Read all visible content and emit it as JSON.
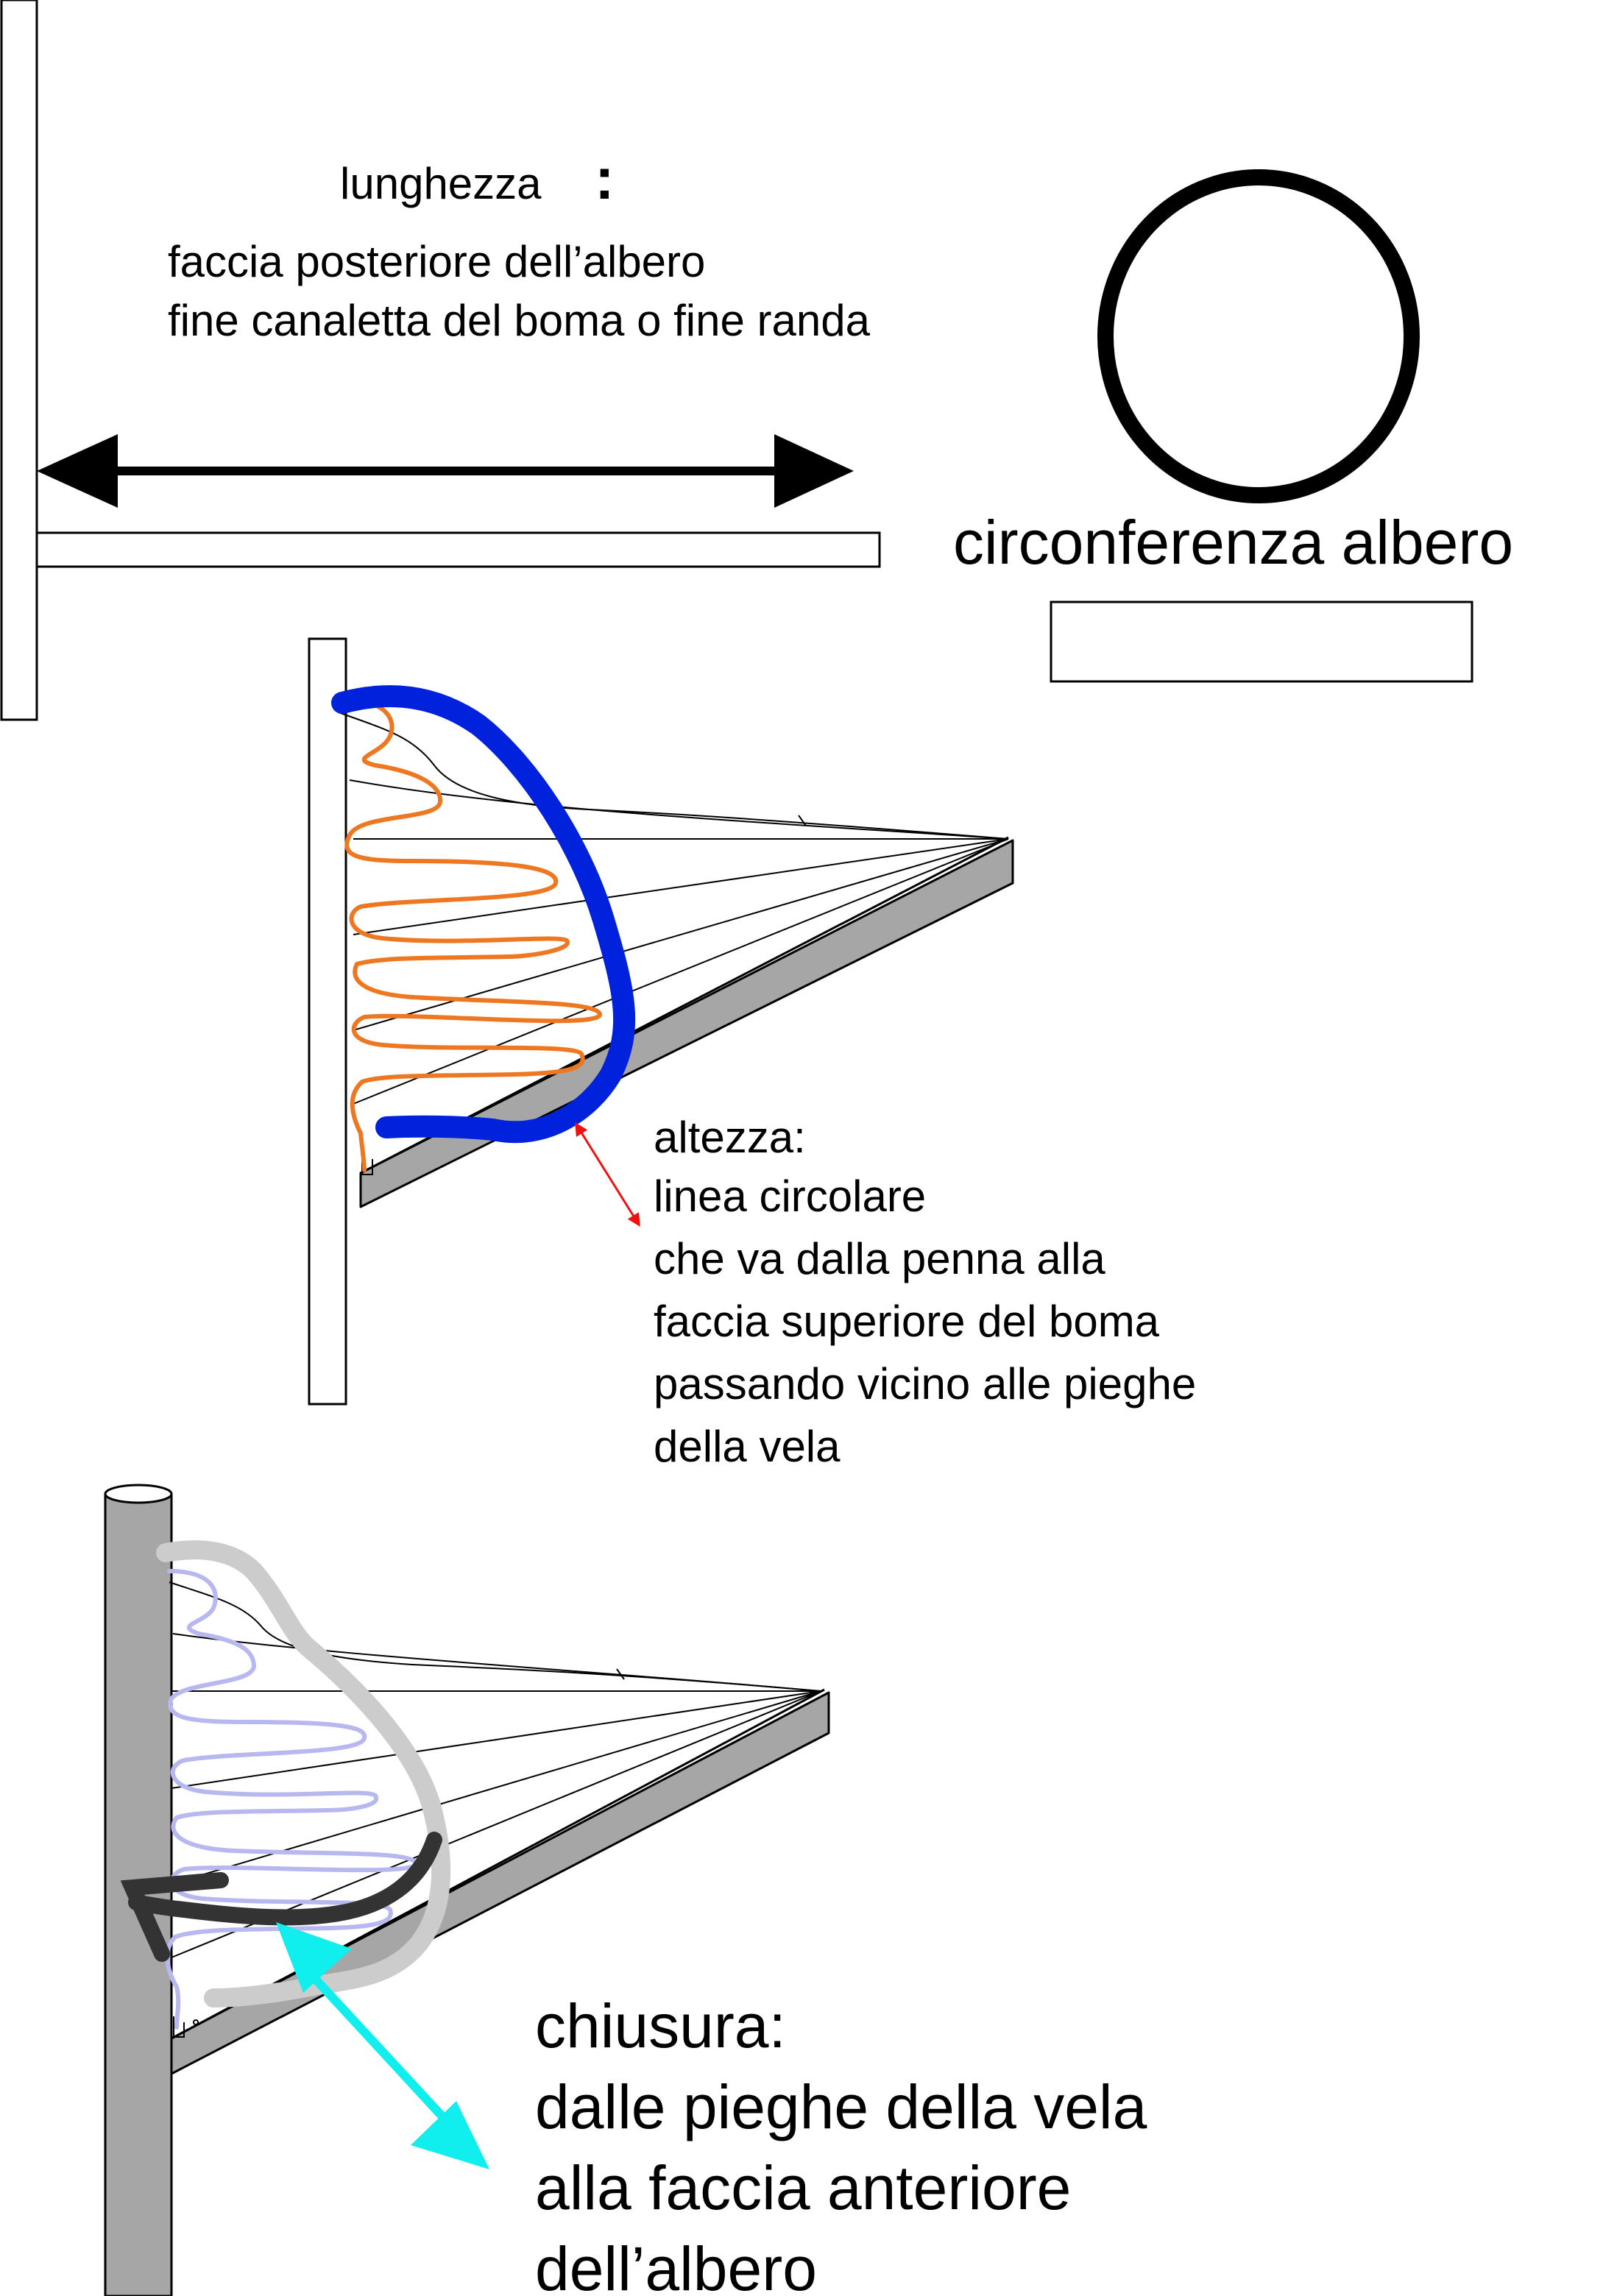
{
  "length_section": {
    "title": "lunghezza",
    "colon": ":",
    "line1": "faccia posteriore dell’albero",
    "line2": "fine canaletta del boma o fine randa"
  },
  "circumference_section": {
    "label": "circonferenza albero"
  },
  "height_section": {
    "title": "altezza:",
    "lines": [
      "linea circolare",
      "che va dalla penna alla",
      "faccia superiore del boma",
      "passando vicino alle pieghe",
      "della vela"
    ]
  },
  "closure_section": {
    "title": "chiusura:",
    "lines": [
      "dalle pieghe della vela",
      "alla faccia anteriore",
      "dell’albero"
    ]
  },
  "colors": {
    "mast_top": "#ffffff",
    "boom_gray": "#a6a6a6",
    "sail_fold_orange": "#ee7722",
    "height_line_blue": "#0022dd",
    "height_arrow_red": "#ee1111",
    "closure_fold_lavender": "#b8b8f0",
    "closure_arc_gray": "#cccccc",
    "closure_arrow_dark": "#333333",
    "closure_arrow_cyan": "#11eeee"
  }
}
